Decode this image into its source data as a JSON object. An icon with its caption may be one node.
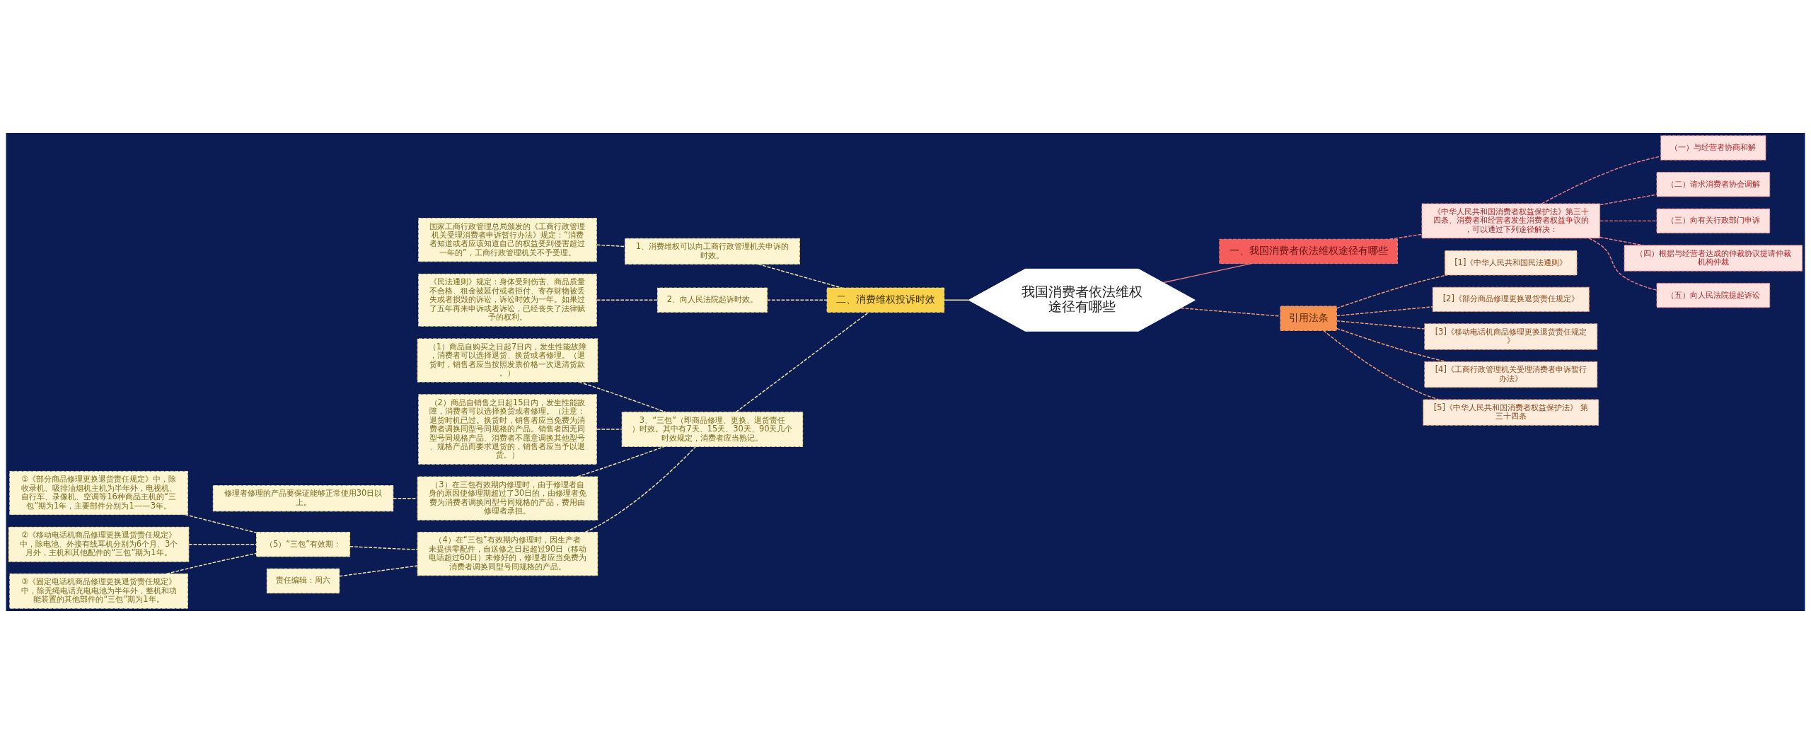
{
  "diagram": {
    "nodes": [
      {
        "text": [
          "我国消费者依法维权途径有哪些"
        ]
      },
      {
        "text": [
          "一、我国消费者依法维权途径有哪些"
        ]
      },
      {
        "text": [
          "《中华人民共和国消费者权益保护法》第三十四条、消费者和经营者发生消费者权益争议的，可以通过下列途径解决："
        ]
      },
      {
        "text": [
          "（一）与经营者协商和解"
        ]
      },
      {
        "text": [
          "（二）请求消费者协会调解"
        ]
      },
      {
        "text": [
          "（三）向有关行政部门申诉"
        ]
      },
      {
        "text": [
          "（四）根据与经营者达成的仲裁协议提请仲裁机构仲裁"
        ]
      },
      {
        "text": [
          "（五）向人民法院提起诉讼"
        ]
      },
      {
        "text": [
          "引用法条"
        ]
      },
      {
        "text": [
          "[1]《中华人民共和国民法通则》"
        ]
      },
      {
        "text": [
          "[2]《部分商品修理更换退货责任规定》"
        ]
      },
      {
        "text": [
          "[3]《移动电话机商品修理更换退货责任规定》"
        ]
      },
      {
        "text": [
          "[4]《工商行政管理机关受理消费者申诉暂行办法》"
        ]
      },
      {
        "text": [
          "[5]《中华人民共和国消费者权益保护法》 第三十四条"
        ]
      },
      {
        "text": [
          "二、消费维权投诉时效"
        ]
      },
      {
        "text": [
          "1、消费维权可以向工商行政管理机关申诉的时效。"
        ]
      },
      {
        "text": [
          "国家工商行政管理总局颁发的《工商行政管理机关受理消费者申诉暂行办法》规定：“消费者知道或者应该知道自己的权益受到侵害超过一年的”，工商行政管理机关不予受理。"
        ]
      },
      {
        "text": [
          "2、向人民法院起诉时效。"
        ]
      },
      {
        "text": [
          "《民法通则》规定：身体受到伤害、商品质量不合格、租金被延付或者拒付、寄存财物被丢失或者损毁的诉讼，诉讼时效为一年。如果过了五年再来申诉或者诉讼，已经丧失了法律赋予的权利。"
        ]
      },
      {
        "text": [
          "3、“三包”（即商品修理、更换、退货责任）时效。其中有7天、15天、30天、90天几个时效规定，消费者应当熟记。"
        ]
      },
      {
        "text": [
          "（1）商品自购买之日起7日内，发生性能故障，消费者可以选择退货、换货或者修理。（退货时，销售者应当按照发票价格一次退清货款。）"
        ]
      },
      {
        "text": [
          "（2）商品自销售之日起15日内，发生性能故障，消费者可以选择换货或者修理。（注意：退货时机已过。换货时，销售者应当免费为消费者调换同型号同规格的产品。销售者因无同型号同规格产品、消费者不愿意调换其他型号、规格产品而要求退货的，销售者应当予以退货。）"
        ]
      },
      {
        "text": [
          "（3）在三包有效期内修理时，由于修理者自身的原因使修理期超过了30日的，由修理者免费为消费者调换同型号同规格的产品，费用由修理者承担。"
        ]
      },
      {
        "text": [
          "修理者修理的产品要保证能够正常使用30日以上。"
        ]
      },
      {
        "text": [
          "（4）在“三包”有效期内修理时，因生产者未提供零配件，自送修之日起超过90日（移动电话超过60日）未修好的，修理者应当免费为消费者调换同型号同规格的产品。"
        ]
      },
      {
        "text": [
          "（5）“三包”有效期："
        ]
      },
      {
        "text": [
          "①《部分商品修理更换退货责任规定》中，除收录机、吸排油烟机主机为半年外，电视机、自行车、录像机、空调等16种商品主机的“三包”期为1年，主要部件分别为1——3年。"
        ]
      },
      {
        "text": [
          "②《移动电话机商品修理更换退货责任规定》中，除电池、外接有线耳机分别为6个月、3个月外，主机和其他配件的“三包”期为1年。"
        ]
      },
      {
        "text": [
          "③《固定电话机商品修理更换退货责任规定》中，除无绳电话充电电池为半年外，整机和功能装置的其他部件的“三包”期为1年。"
        ]
      },
      {
        "text": [
          "责任编辑：周六"
        ]
      }
    ],
    "edges": [
      {
        "from": 0,
        "to": 1,
        "arrow": "none",
        "color": "#f08080"
      },
      {
        "from": 1,
        "to": 2,
        "arrow": "none",
        "style": "dashed",
        "color": "#f08080"
      },
      {
        "from": 2,
        "to": 3,
        "arrow": "none",
        "style": "dashed",
        "color": "#f08080"
      },
      {
        "from": 2,
        "to": 4,
        "arrow": "none",
        "style": "dashed",
        "color": "#f08080"
      },
      {
        "from": 2,
        "to": 5,
        "arrow": "none",
        "style": "dashed",
        "color": "#f08080"
      },
      {
        "from": 2,
        "to": 6,
        "arrow": "none",
        "style": "dashed",
        "color": "#f08080"
      },
      {
        "from": 2,
        "to": 7,
        "arrow": "none",
        "style": "dashed",
        "color": "#f08080"
      },
      {
        "from": 0,
        "to": 8,
        "arrow": "none",
        "style": "dashed",
        "color": "#f5a070"
      },
      {
        "from": 8,
        "to": 9,
        "arrow": "none",
        "style": "dashed",
        "color": "#f5a070"
      },
      {
        "from": 8,
        "to": 10,
        "arrow": "none",
        "style": "dashed",
        "color": "#f5a070"
      },
      {
        "from": 8,
        "to": 11,
        "arrow": "none",
        "style": "dashed",
        "color": "#f5a070"
      },
      {
        "from": 8,
        "to": 12,
        "arrow": "none",
        "style": "dashed",
        "color": "#f5a070"
      },
      {
        "from": 8,
        "to": 13,
        "arrow": "none",
        "style": "dashed",
        "color": "#f5a070"
      },
      {
        "from": 14,
        "to": 0,
        "arrow": "none"
      },
      {
        "from": 15,
        "to": 14,
        "arrow": "none",
        "style": "dashed"
      },
      {
        "from": 16,
        "to": 15,
        "arrow": "none",
        "style": "dashed"
      },
      {
        "from": 17,
        "to": 14,
        "arrow": "none",
        "style": "dashed"
      },
      {
        "from": 18,
        "to": 17,
        "arrow": "none",
        "style": "dashed"
      },
      {
        "from": 19,
        "to": 14,
        "arrow": "none",
        "style": "dashed"
      },
      {
        "from": 20,
        "to": 19,
        "arrow": "none",
        "style": "dashed"
      },
      {
        "from": 21,
        "to": 19,
        "arrow": "none",
        "style": "dashed"
      },
      {
        "from": 22,
        "to": 19,
        "arrow": "none",
        "style": "dashed"
      },
      {
        "from": 23,
        "to": 22,
        "arrow": "none",
        "style": "dashed"
      },
      {
        "from": 24,
        "to": 19,
        "arrow": "none",
        "style": "dashed"
      },
      {
        "from": 25,
        "to": 24,
        "arrow": "none",
        "style": "dashed"
      },
      {
        "from": 26,
        "to": 25,
        "arrow": "none",
        "style": "dashed"
      },
      {
        "from": 27,
        "to": 25,
        "arrow": "none",
        "style": "dashed"
      },
      {
        "from": 28,
        "to": 25,
        "arrow": "none",
        "style": "dashed"
      },
      {
        "from": 29,
        "to": 24,
        "arrow": "none",
        "style": "dashed"
      }
    ]
  }
}
